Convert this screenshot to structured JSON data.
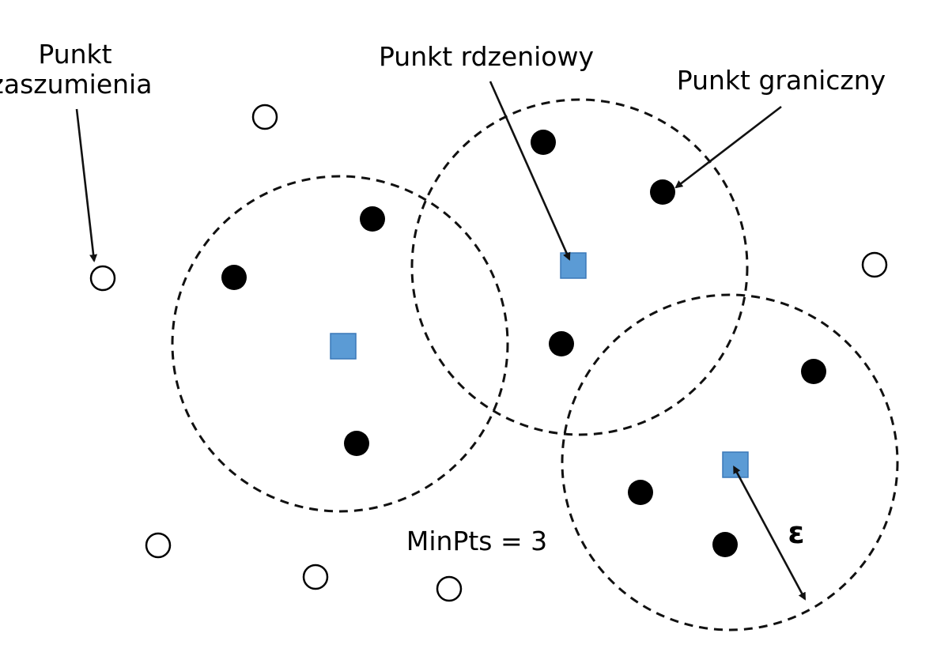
{
  "labels": {
    "noise_line1": "Punkt",
    "noise_line2": "zaszumienia",
    "core": "Punkt rdzeniowy",
    "border": "Punkt graniczny",
    "minpts": "MinPts = 3",
    "epsilon": "ε"
  },
  "colors": {
    "core_point_fill": "#5b9bd5",
    "core_point_stroke": "#3a78b8",
    "border_point_fill": "#000000",
    "noise_point_fill": "#ffffff",
    "noise_point_stroke": "#000000",
    "neighborhood_stroke": "#111111",
    "arrow": "#111111"
  },
  "point_types": {
    "core": "square",
    "border": "filled-circle",
    "noise": "hollow-circle"
  }
}
